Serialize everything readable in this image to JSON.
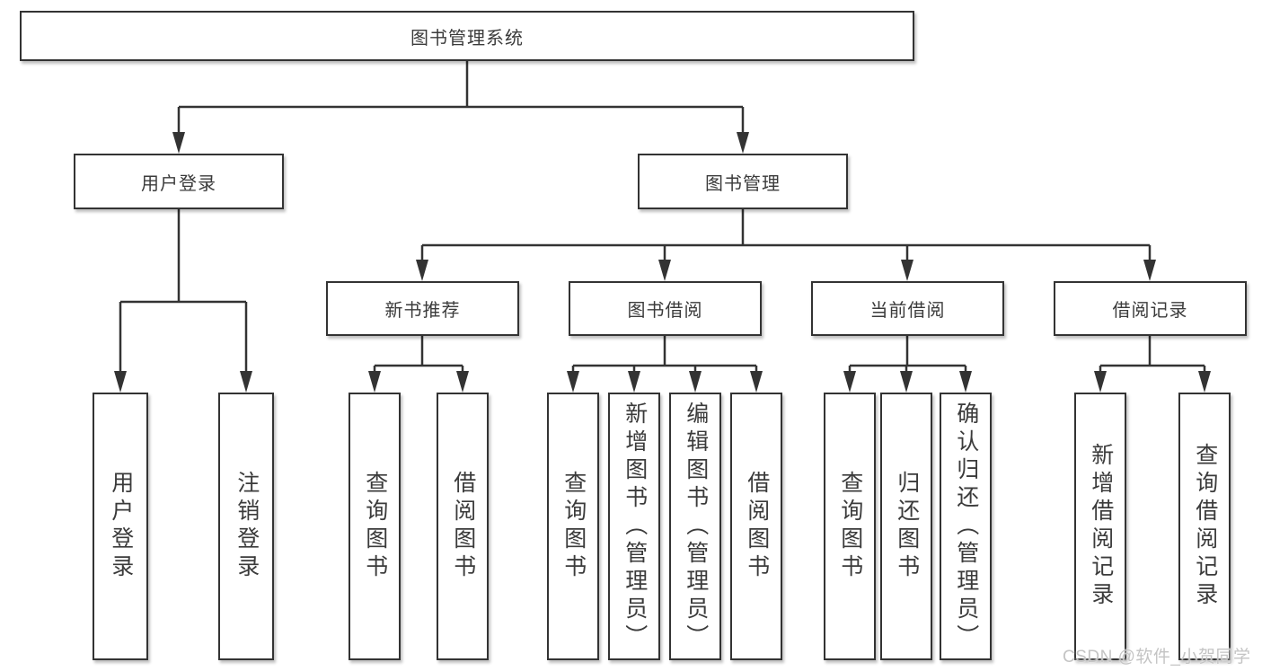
{
  "tree": {
    "root": "图书管理系统",
    "user_login": {
      "label": "用户登录",
      "children": [
        "用户登录",
        "注销登录"
      ]
    },
    "book_mgmt": {
      "label": "图书管理",
      "sections": {
        "new_book": {
          "label": "新书推荐",
          "children": [
            "查询图书",
            "借阅图书"
          ]
        },
        "borrow": {
          "label": "图书借阅",
          "children": [
            "查询图书",
            "新增图书（管理员）",
            "编辑图书（管理员）",
            "借阅图书"
          ]
        },
        "current": {
          "label": "当前借阅",
          "children": [
            "查询图书",
            "归还图书",
            "确认归还（管理员）"
          ]
        },
        "record": {
          "label": "借阅记录",
          "children": [
            "新增借阅记录",
            "查询借阅记录"
          ]
        }
      }
    }
  },
  "watermark": "CSDN @软件_小贺同学",
  "colors": {
    "line": "#333333",
    "box_border": "#333333",
    "text": "#3b3b3b",
    "background": "#ffffff",
    "watermark": "#c4c4c4"
  }
}
